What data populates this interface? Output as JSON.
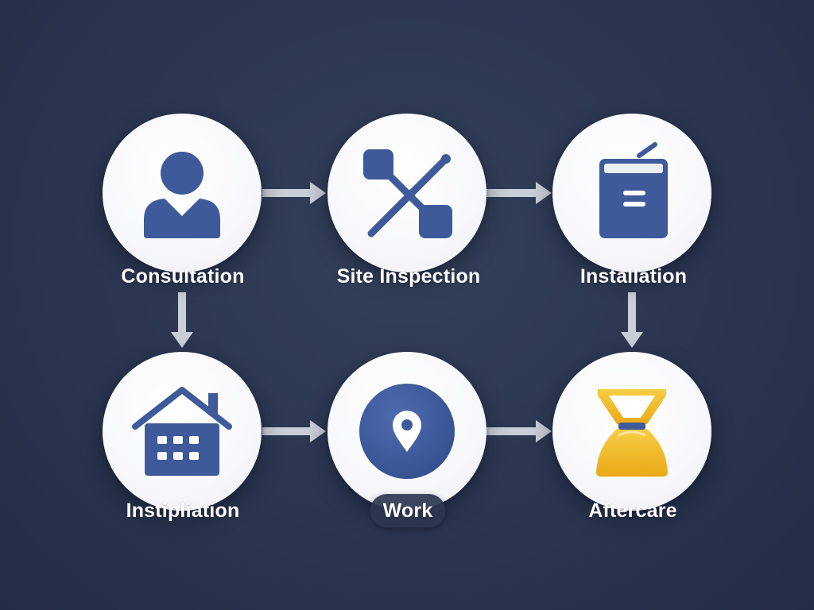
{
  "steps": [
    {
      "label": "Consultation",
      "icon": "person-icon"
    },
    {
      "label": "Site Inspection",
      "icon": "crossed-nodes-icon"
    },
    {
      "label": "Installation",
      "icon": "clipboard-icon"
    },
    {
      "label": "Instipliation",
      "icon": "house-icon"
    },
    {
      "label": "Work",
      "icon": "location-pin-icon"
    },
    {
      "label": "Aftercare",
      "icon": "hourglass-icon"
    }
  ],
  "colors": {
    "background": "#2b3550",
    "icon_blue": "#3f5a9a",
    "icon_gold": "#f2b927",
    "arrow": "#c9ced8",
    "label_text": "#ffffff"
  }
}
